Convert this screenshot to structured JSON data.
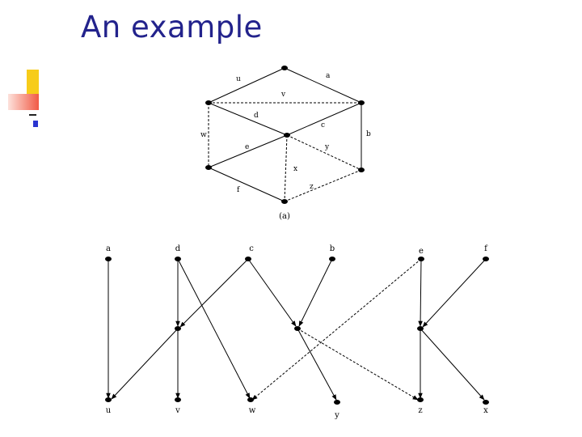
{
  "title": "An example",
  "graph_a": {
    "caption": "(a)",
    "edge_labels": {
      "u": "u",
      "a": "a",
      "v": "v",
      "d": "d",
      "c": "c",
      "w": "w",
      "b": "b",
      "e": "e",
      "y": "y",
      "x": "x",
      "f": "f",
      "z": "z"
    }
  },
  "graph_b": {
    "top_labels": [
      "a",
      "d",
      "c",
      "b",
      "e",
      "f"
    ],
    "bottom_labels": [
      "u",
      "v",
      "w",
      "y",
      "z",
      "x"
    ]
  }
}
